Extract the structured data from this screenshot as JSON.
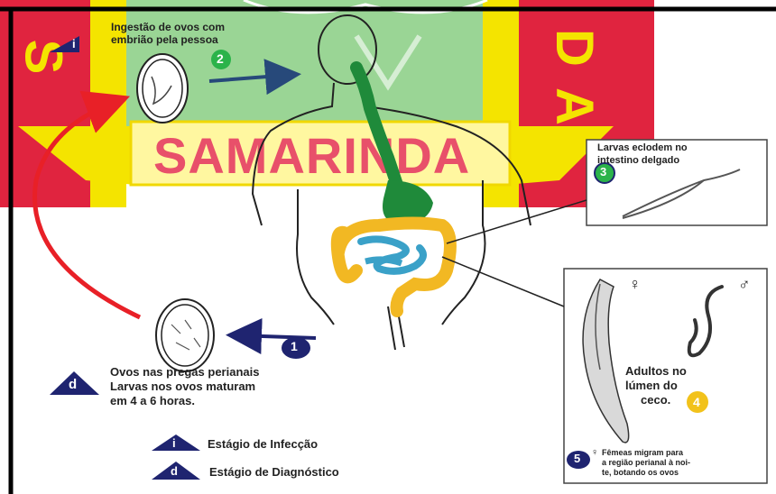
{
  "watermark": {
    "text_center": "SAMARINDA",
    "letters_left": "S",
    "letters_right": [
      "D",
      "A"
    ],
    "colors": {
      "red": "#e0243f",
      "yellow": "#f4e400",
      "green": "#8fd08a",
      "pink": "#ee5f7a"
    }
  },
  "stage2": {
    "text_line1": "Ingestão de ovos com",
    "text_line2": "embrião pela pessoa",
    "number": "2"
  },
  "stage3": {
    "text_line1": "Larvas eclodem no",
    "text_line2": "intestino delgado",
    "number": "3"
  },
  "stage4": {
    "text_line1": "Adultos no",
    "text_line2": "lúmen do",
    "text_line3": "ceco.",
    "number": "4",
    "female_symbol": "♀",
    "male_symbol": "♂"
  },
  "stage5": {
    "number": "5",
    "female_symbol": "♀",
    "text_line1": "Fêmeas migram para",
    "text_line2": "a região perianal à noi-",
    "text_line3": "te, botando os ovos"
  },
  "stage1": {
    "number": "1",
    "text_line1": "Ovos nas pregas perianais",
    "text_line2": "Larvas nos ovos maturam",
    "text_line3": "em 4 a 6 horas."
  },
  "legend": {
    "infection_letter": "i",
    "infection_label": "Estágio de Infecção",
    "diagnostic_letter": "d",
    "diagnostic_label": "Estágio de Diagnóstico"
  },
  "colors": {
    "navy": "#1f2470",
    "green_badge": "#2bb34a",
    "yellow_badge": "#f2c21b",
    "red_arrow": "#e82027",
    "blue_arrow": "#27497a",
    "intestine_green": "#1f8a3a",
    "colon_yellow": "#f2b823",
    "small_intestine": "#3aa1c8"
  }
}
